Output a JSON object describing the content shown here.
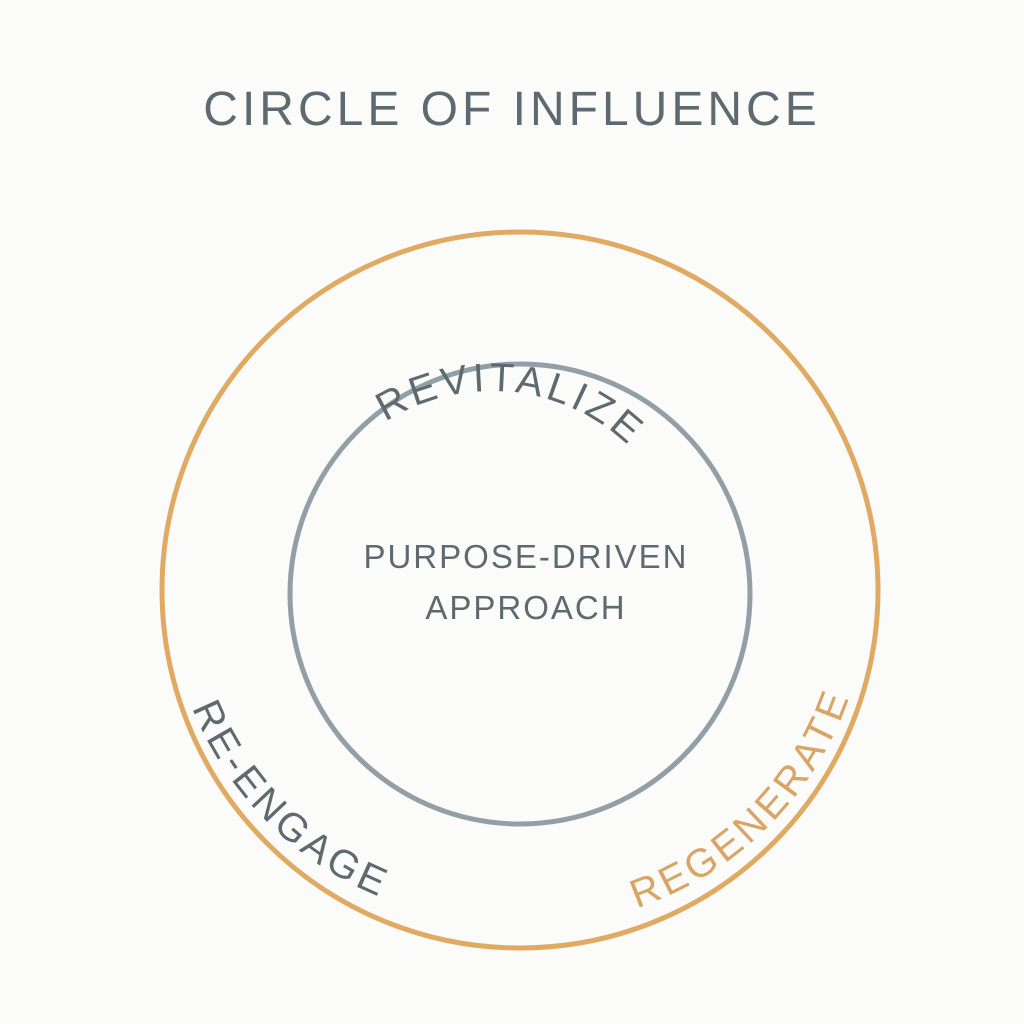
{
  "title": "CIRCLE OF INFLUENCE",
  "center_text": {
    "line1": "PURPOSE-DRIVEN",
    "line2": "APPROACH"
  },
  "ring_labels": {
    "top": "REVITALIZE",
    "left": "RE-ENGAGE",
    "right": "REGENERATE"
  },
  "colors": {
    "text": "#5e6a70",
    "outer_ring": "#e0aa63",
    "inner_ring": "#939fa6",
    "accent_text": "#d9a464",
    "background": "#fbfbfa"
  }
}
